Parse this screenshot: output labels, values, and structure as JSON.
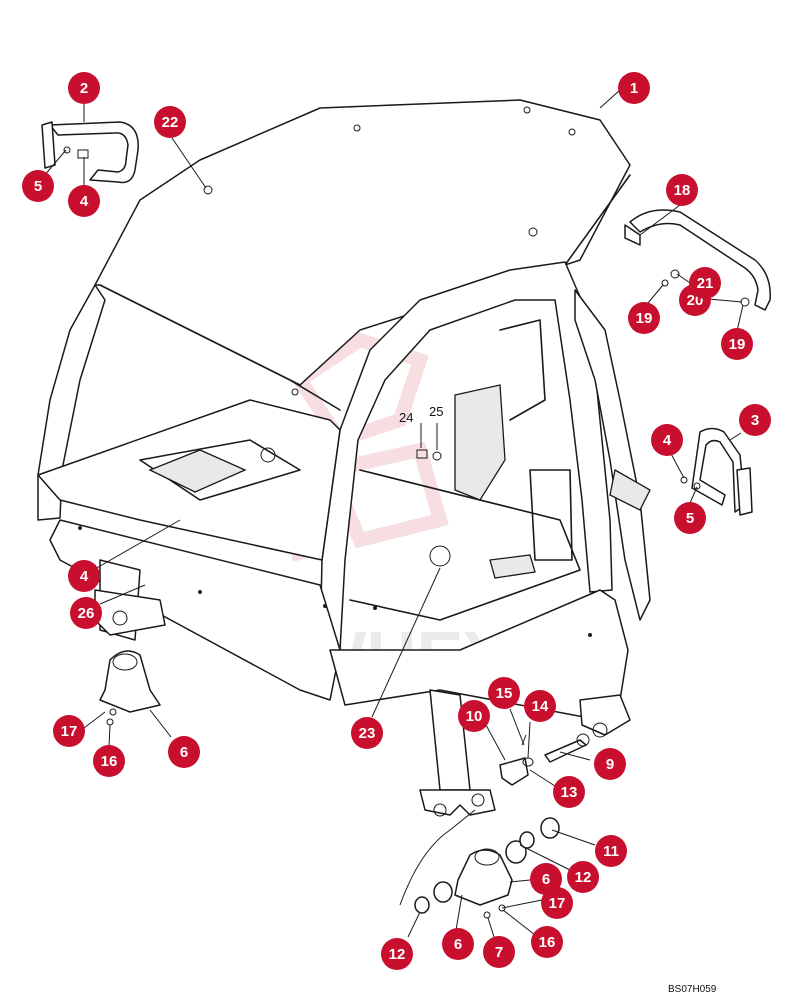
{
  "drawing_code": "BS07H059",
  "callouts": [
    {
      "label": "1"
    },
    {
      "label": "2"
    },
    {
      "label": "4"
    },
    {
      "label": "5"
    },
    {
      "label": "22"
    },
    {
      "label": "18"
    },
    {
      "label": "21"
    },
    {
      "label": "20"
    },
    {
      "label": "19"
    },
    {
      "label": "19"
    },
    {
      "label": "3"
    },
    {
      "label": "4"
    },
    {
      "label": "5"
    },
    {
      "label": "4"
    },
    {
      "label": "26"
    },
    {
      "label": "6"
    },
    {
      "label": "17"
    },
    {
      "label": "16"
    },
    {
      "label": "23"
    },
    {
      "label": "10"
    },
    {
      "label": "15"
    },
    {
      "label": "14"
    },
    {
      "label": "9"
    },
    {
      "label": "13"
    },
    {
      "label": "11"
    },
    {
      "label": "12"
    },
    {
      "label": "6"
    },
    {
      "label": "17"
    },
    {
      "label": "12"
    },
    {
      "label": "6"
    },
    {
      "label": "7"
    },
    {
      "label": "16"
    }
  ],
  "plain_labels": [
    {
      "label": "24"
    },
    {
      "label": "25"
    }
  ],
  "colors": {
    "callout": "#c8102e",
    "line": "#1a1a1a"
  }
}
